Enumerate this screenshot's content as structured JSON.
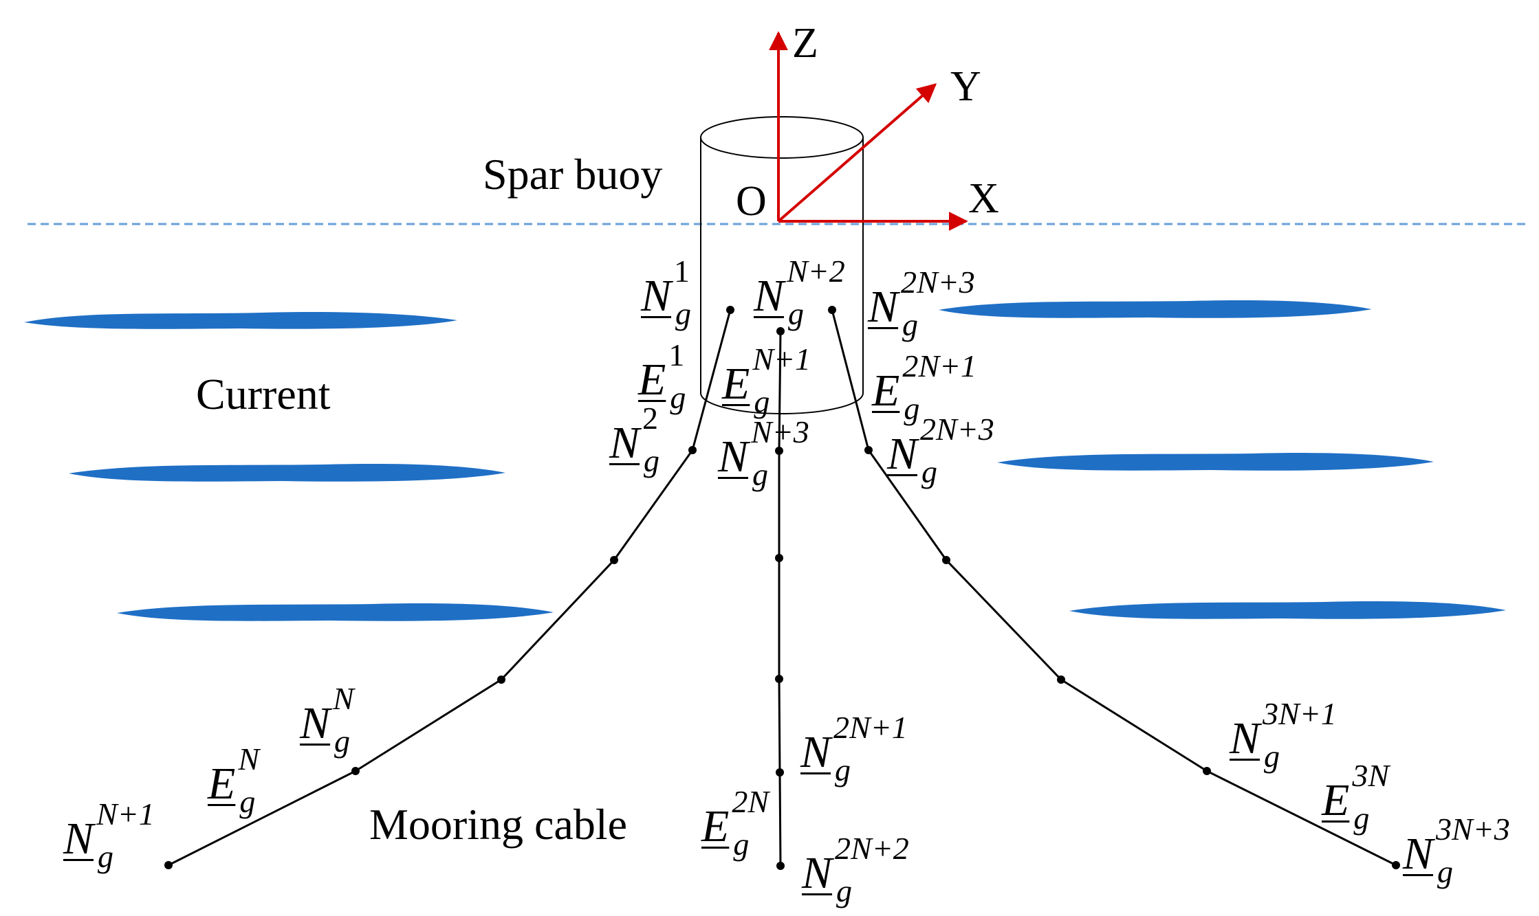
{
  "labels": {
    "z_axis": "Z",
    "y_axis": "Y",
    "x_axis": "X",
    "origin": "O",
    "spar_buoy": "Spar buoy",
    "current": "Current",
    "mooring_cable": "Mooring cable"
  },
  "symbols": [
    {
      "id": "n1",
      "base": "N",
      "sup": "1",
      "sub": "g"
    },
    {
      "id": "nN2",
      "base": "N",
      "sup": "N+2",
      "sub": "g"
    },
    {
      "id": "n2N3a",
      "base": "N",
      "sup": "2N+3",
      "sub": "g"
    },
    {
      "id": "e1",
      "base": "E",
      "sup": "1",
      "sub": "g"
    },
    {
      "id": "eN1",
      "base": "E",
      "sup": "N+1",
      "sub": "g"
    },
    {
      "id": "e2N1",
      "base": "E",
      "sup": "2N+1",
      "sub": "g"
    },
    {
      "id": "n2",
      "base": "N",
      "sup": "2",
      "sub": "g"
    },
    {
      "id": "nN3",
      "base": "N",
      "sup": "N+3",
      "sub": "g"
    },
    {
      "id": "n2N3b",
      "base": "N",
      "sup": "2N+3",
      "sub": "g"
    },
    {
      "id": "nN",
      "base": "N",
      "sup": "N",
      "sub": "g"
    },
    {
      "id": "eN",
      "base": "E",
      "sup": "N",
      "sub": "g"
    },
    {
      "id": "nN1",
      "base": "N",
      "sup": "N+1",
      "sub": "g"
    },
    {
      "id": "n2N1",
      "base": "N",
      "sup": "2N+1",
      "sub": "g"
    },
    {
      "id": "e2N",
      "base": "E",
      "sup": "2N",
      "sub": "g"
    },
    {
      "id": "n2N2",
      "base": "N",
      "sup": "2N+2",
      "sub": "g"
    },
    {
      "id": "n3N1",
      "base": "N",
      "sup": "3N+1",
      "sub": "g"
    },
    {
      "id": "e3N",
      "base": "E",
      "sup": "3N",
      "sub": "g"
    },
    {
      "id": "n3N3",
      "base": "N",
      "sup": "3N+3",
      "sub": "g"
    }
  ],
  "colors": {
    "axis": "#d40000",
    "current": "#1f6fc5",
    "waterline": "#6a9fd8",
    "line": "#000000"
  }
}
